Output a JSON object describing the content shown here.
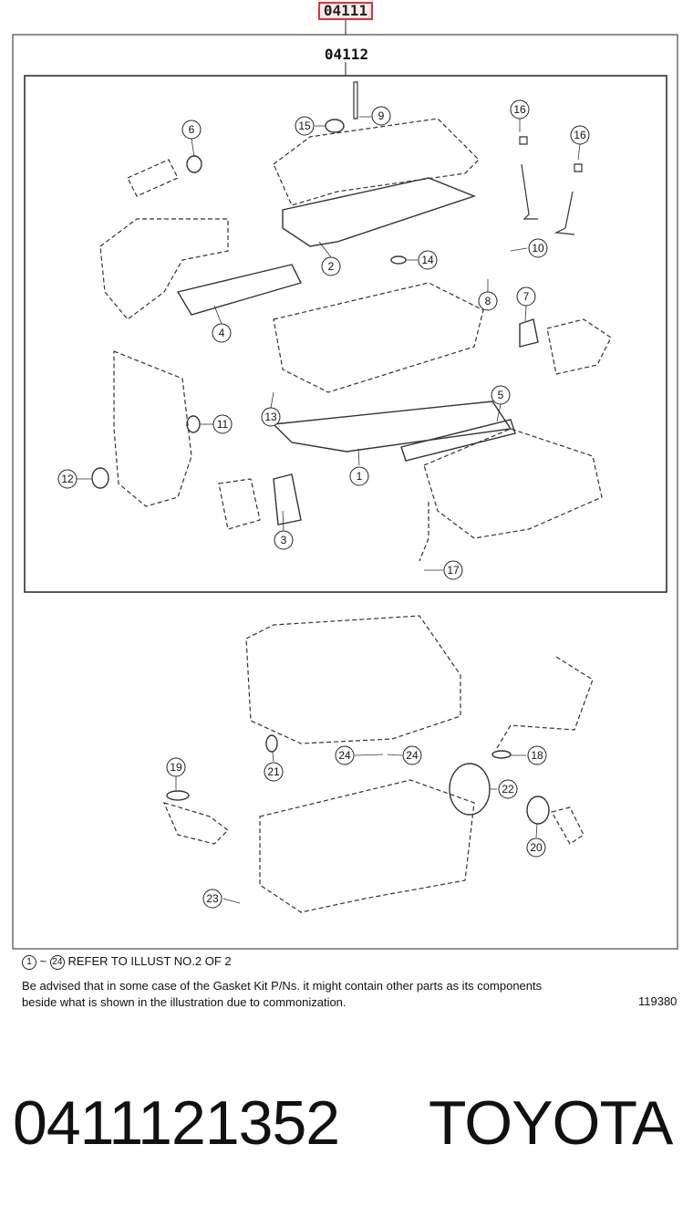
{
  "header": {
    "kit_code": "04111",
    "sub_kit_code": "04112"
  },
  "callouts": [
    "1",
    "2",
    "3",
    "4",
    "5",
    "6",
    "7",
    "8",
    "9",
    "10",
    "11",
    "12",
    "13",
    "14",
    "15",
    "16",
    "16",
    "17",
    "18",
    "19",
    "20",
    "21",
    "22",
    "23",
    "24",
    "24"
  ],
  "notes": {
    "refer_start": "1",
    "refer_end": "24",
    "refer_text": "REFER TO ILLUST NO.2 OF 2",
    "advisory": "Be advised that in some case of the Gasket Kit P/Ns.  it might contain other parts as its components beside what is shown in the illustration due to commonization.",
    "illustration_number": "119380"
  },
  "footer": {
    "part_number": "0411121352",
    "brand": "TOYOTA"
  }
}
